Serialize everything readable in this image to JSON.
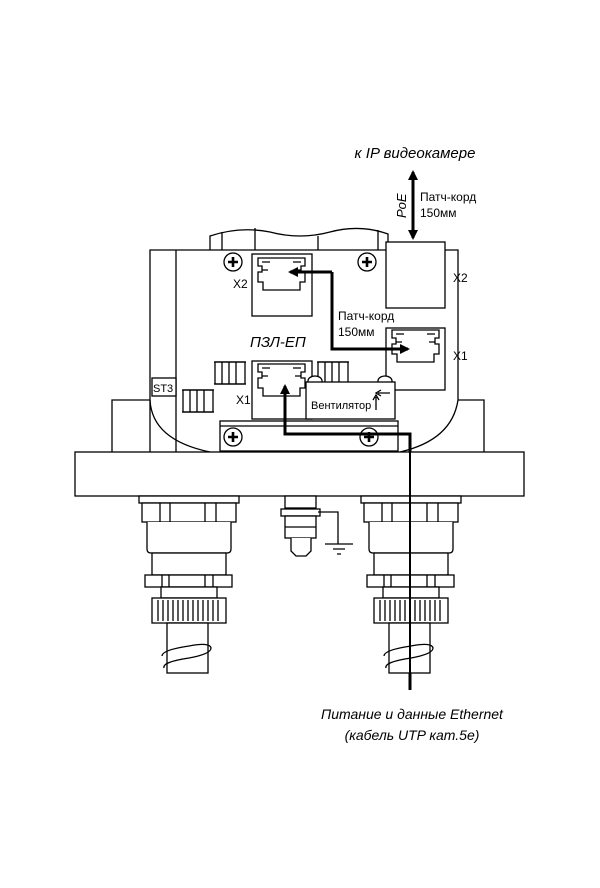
{
  "labels": {
    "to_camera": "к IP видеокамере",
    "poe": "PoE",
    "patch_cord_top": "Патч-корд",
    "patch_cord_top_len": "150мм",
    "patch_cord_mid": "Патч-корд",
    "patch_cord_mid_len": "150мм",
    "module_name": "ПЗЛ-ЕП",
    "x2_inner": "X2",
    "x2_outer": "X2",
    "x1_inner": "X1",
    "x1_outer": "X1",
    "st3": "ST3",
    "fan": "Вентилятор",
    "bottom_line1": "Питание и данные Ethernet",
    "bottom_line2": "(кабель UTP кат.5е)"
  },
  "colors": {
    "line": "#000000",
    "background": "#ffffff"
  }
}
